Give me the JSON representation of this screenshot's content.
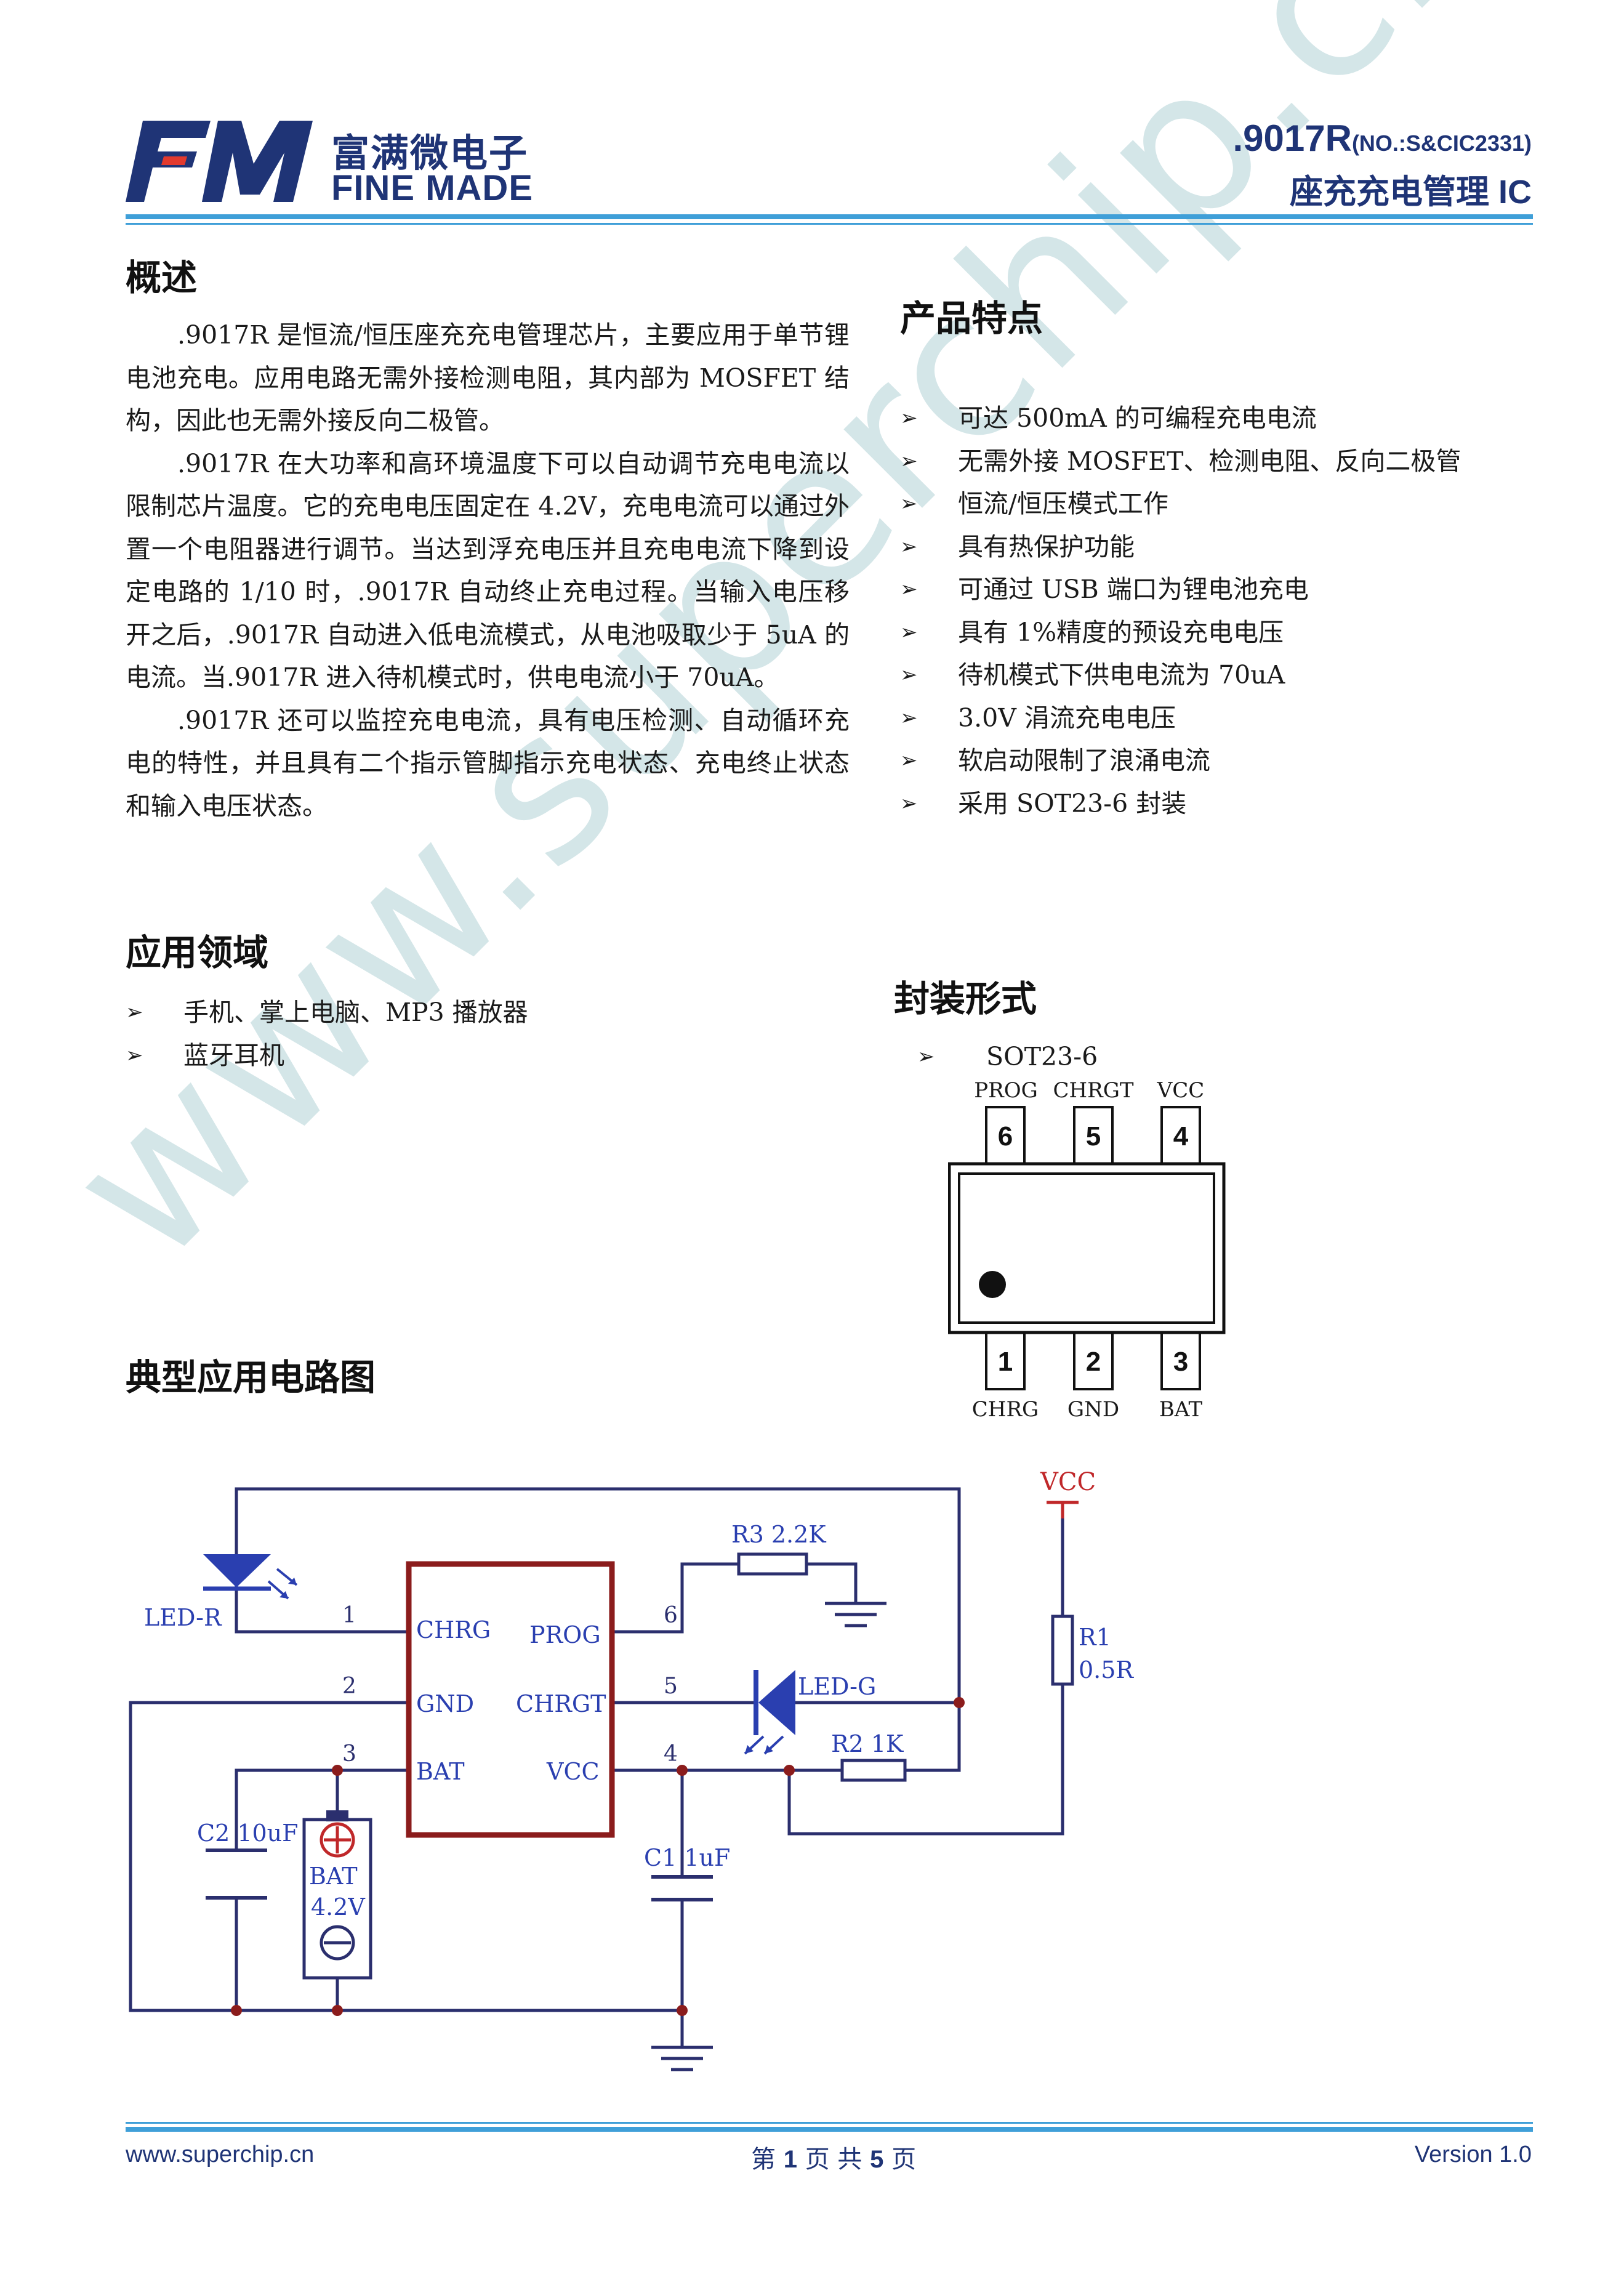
{
  "header": {
    "logo_mark": "FM",
    "brand_cn": "富满微电子",
    "brand_en": "FINE MADE",
    "model": ".9017R",
    "model_no": "(NO.:S&CIC2331)",
    "subtitle": "座充充电管理 IC"
  },
  "overview": {
    "heading": "概述",
    "p1": ".9017R 是恒流/恒压座充充电管理芯片，主要应用于单节锂电池充电。应用电路无需外接检测电阻，其内部为 MOSFET 结构，因此也无需外接反向二极管。",
    "p2": ".9017R 在大功率和高环境温度下可以自动调节充电电流以限制芯片温度。它的充电电压固定在 4.2V，充电电流可以通过外置一个电阻器进行调节。当达到浮充电压并且充电电流下降到设定电路的 1/10 时，.9017R 自动终止充电过程。当输入电压移开之后，.9017R 自动进入低电流模式，从电池吸取少于 5uA 的电流。当.9017R 进入待机模式时，供电电流小于 70uA。",
    "p3": ".9017R 还可以监控充电电流，具有电压检测、自动循环充电的特性，并且具有二个指示管脚指示充电状态、充电终止状态和输入电压状态。"
  },
  "features": {
    "heading": "产品特点",
    "items": [
      "可达 500mA 的可编程充电电流",
      "无需外接 MOSFET、检测电阻、反向二极管",
      "恒流/恒压模式工作",
      "具有热保护功能",
      "可通过 USB 端口为锂电池充电",
      "具有 1%精度的预设充电电压",
      "待机模式下供电电流为 70uA",
      "3.0V 涓流充电电压",
      "软启动限制了浪涌电流",
      "采用 SOT23-6 封装"
    ]
  },
  "applications": {
    "heading": "应用领域",
    "items": [
      "手机、掌上电脑、MP3 播放器",
      "蓝牙耳机"
    ]
  },
  "package": {
    "heading": "封装形式",
    "item": "SOT23-6",
    "top_pins": [
      {
        "num": "6",
        "name": "PROG"
      },
      {
        "num": "5",
        "name": "CHRGT"
      },
      {
        "num": "4",
        "name": "VCC"
      }
    ],
    "bottom_pins": [
      {
        "num": "1",
        "name": "CHRG"
      },
      {
        "num": "2",
        "name": "GND"
      },
      {
        "num": "3",
        "name": "BAT"
      }
    ]
  },
  "circuit": {
    "heading": "典型应用电路图",
    "chip_pins": [
      "CHRG",
      "PROG",
      "GND",
      "CHRGT",
      "BAT",
      "VCC"
    ],
    "pin_nums": [
      "1",
      "2",
      "3",
      "4",
      "5",
      "6"
    ],
    "led_r": "LED-R",
    "led_g": "LED-G",
    "r3": "R3  2.2K",
    "r2": "R2   1K",
    "r1_name": "R1",
    "r1_val": "0.5R",
    "vcc": "VCC",
    "c2": "C2  10uF",
    "c1": "C1  1uF",
    "bat_name": "BAT",
    "bat_val": "4.2V"
  },
  "watermark": "www.superchip.cn",
  "footer": {
    "url": "www.superchip.cn",
    "page_prefix": "第",
    "page_num": "1",
    "page_mid": "页  共",
    "page_total": "5",
    "page_suffix": "页",
    "version": "Version 1.0"
  },
  "colors": {
    "brand": "#1f3476",
    "rule": "#3f9fd8",
    "chip_outline": "#8b1c1c",
    "led": "#2a3fb0",
    "vcc_red": "#c0282a"
  }
}
